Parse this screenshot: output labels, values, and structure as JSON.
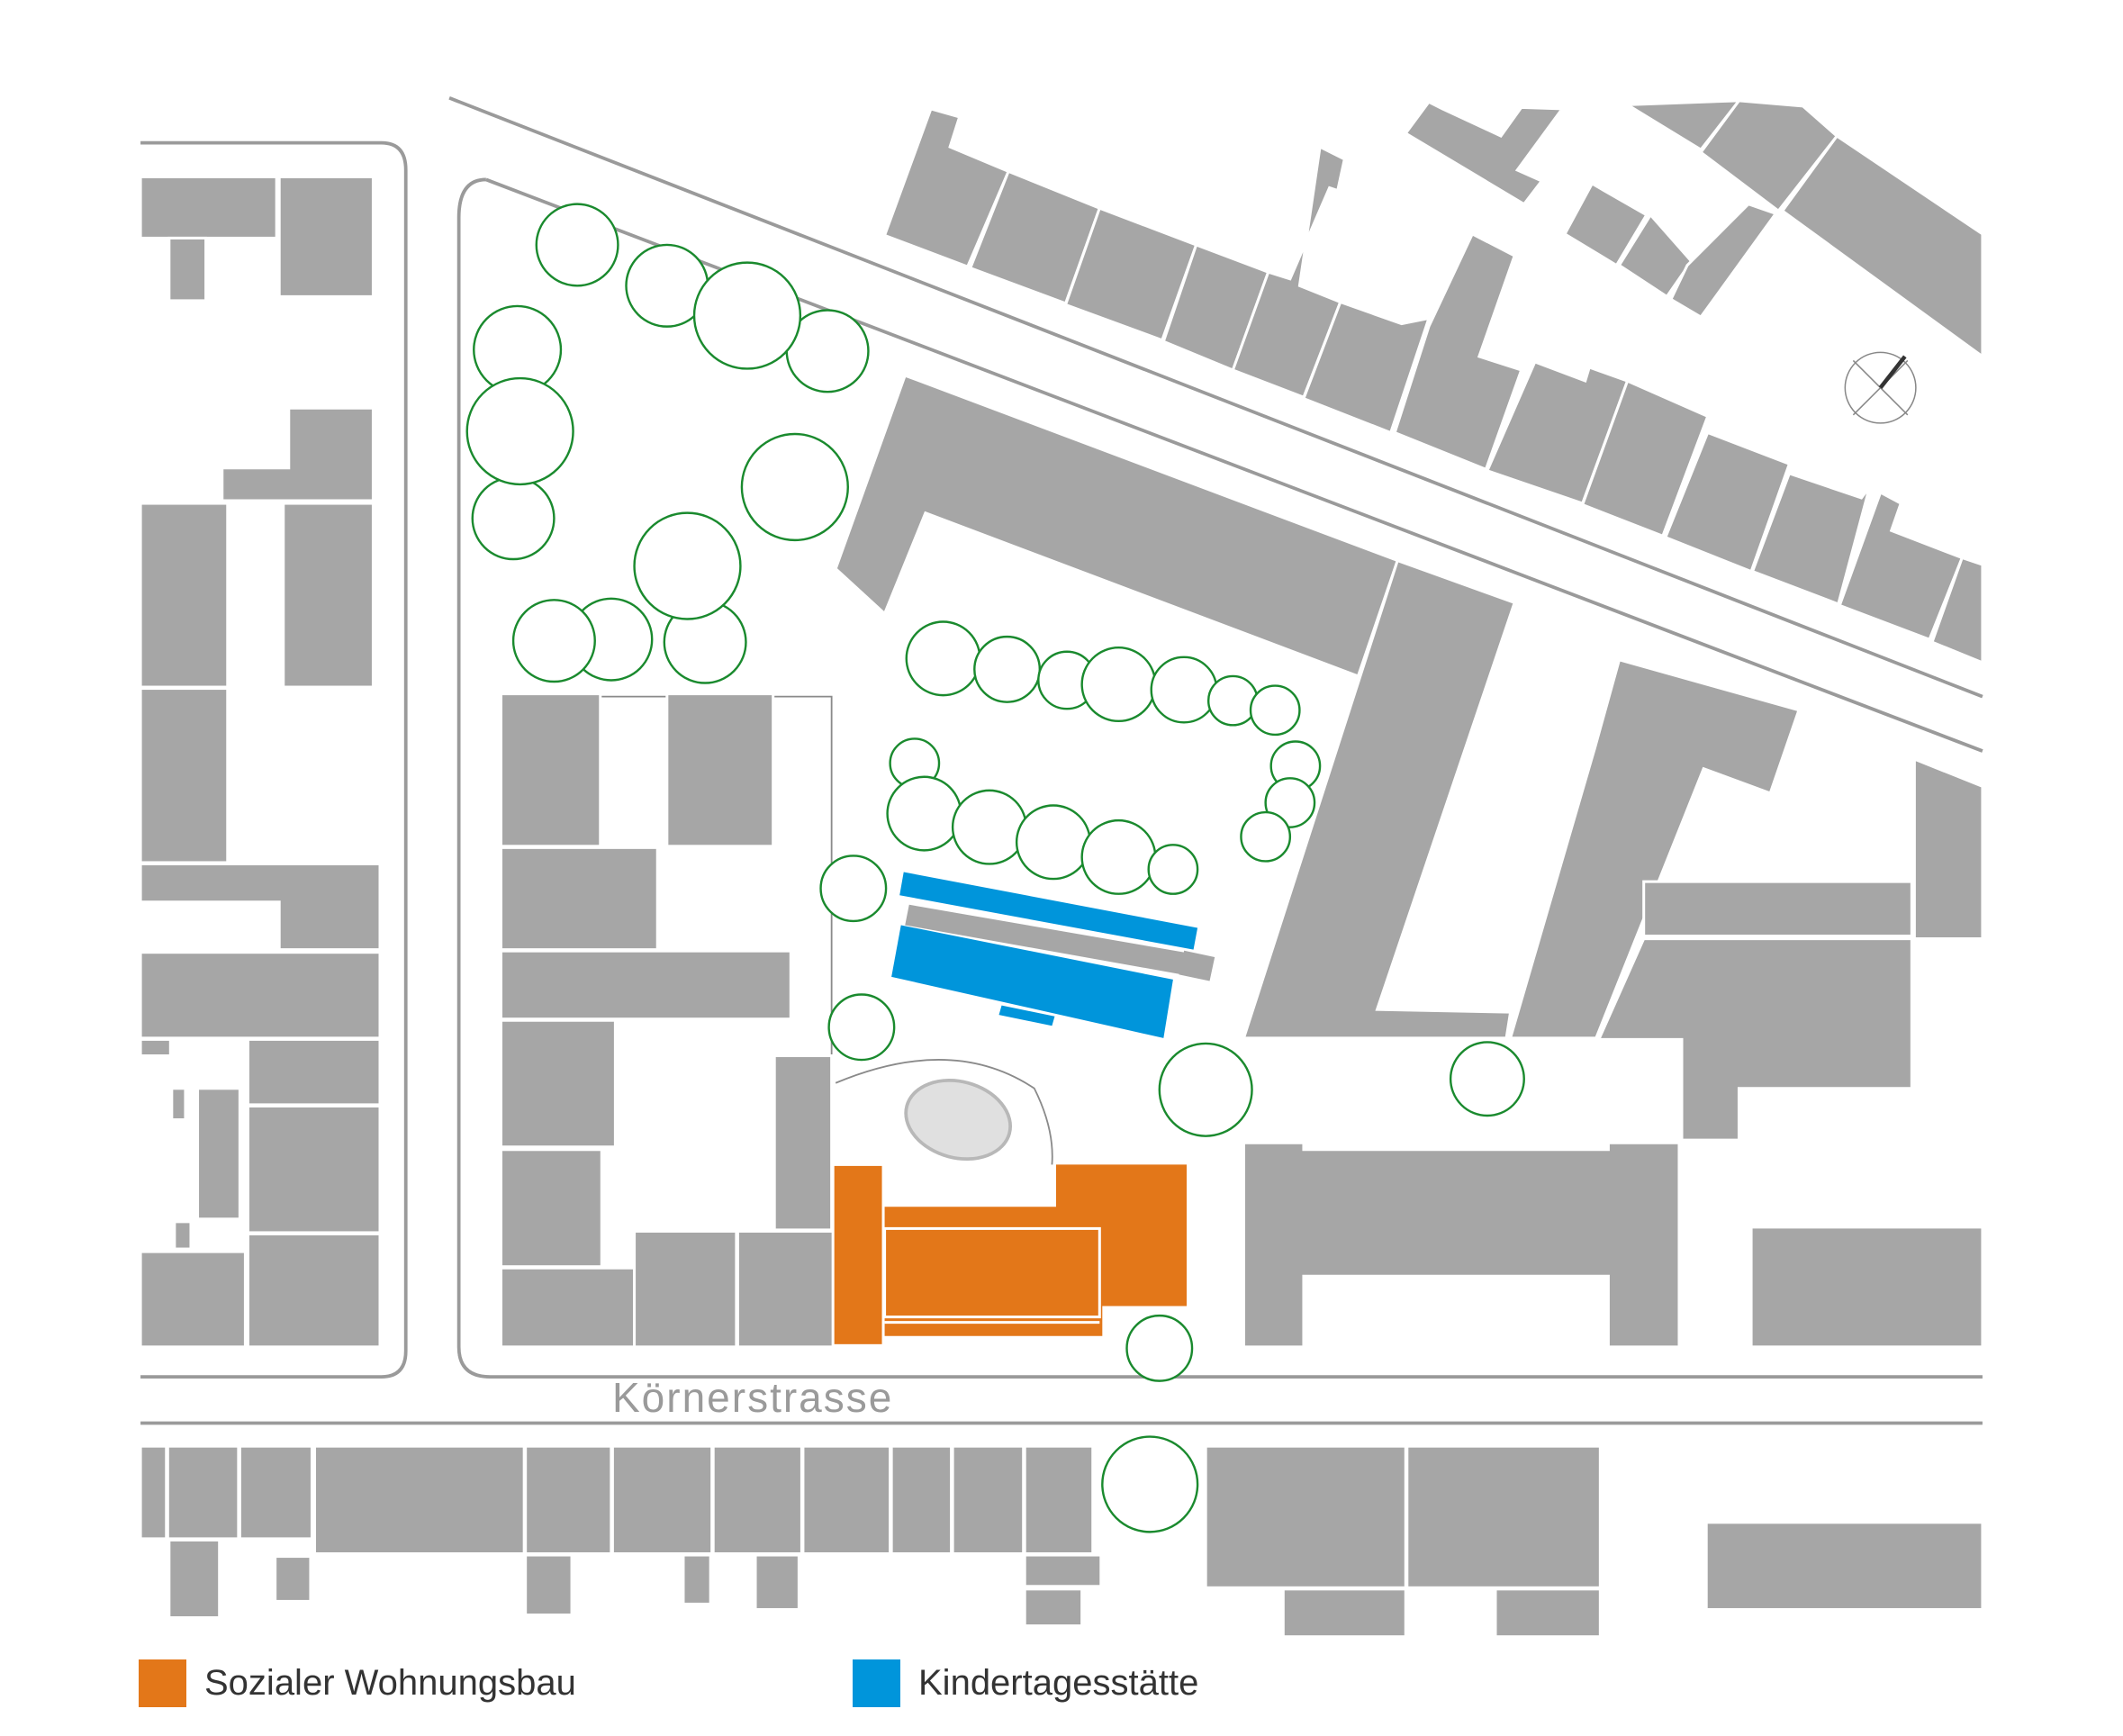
{
  "map": {
    "street_name": "Körnerstrasse",
    "colors": {
      "building": "#a6a6a6",
      "social_housing": "#e37719",
      "daycare": "#0095db",
      "tree_outline": "#1a8a2e",
      "road": "#9a9a9a"
    },
    "north_arrow_icon": "compass-north-icon"
  },
  "legend": [
    {
      "label": "Sozialer Wohnungsbau",
      "color": "#e37719"
    },
    {
      "label": "Kindertagesstätte",
      "color": "#0095db"
    }
  ]
}
